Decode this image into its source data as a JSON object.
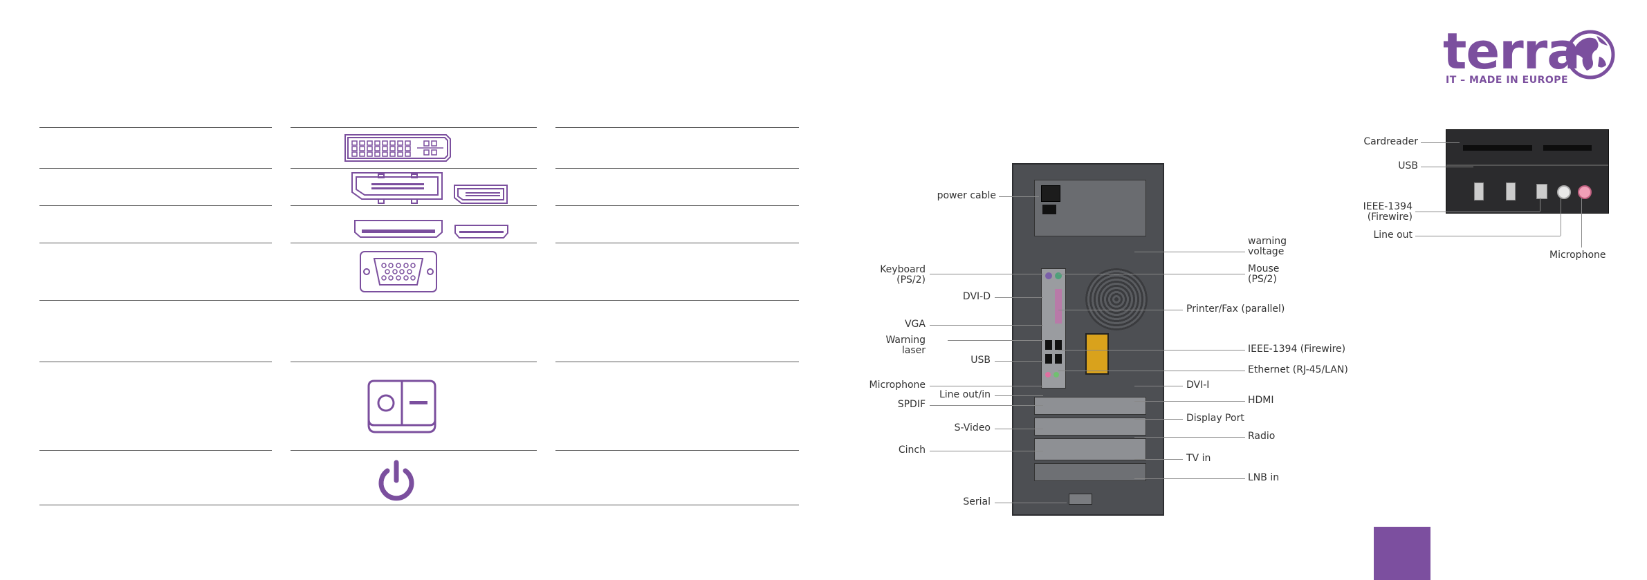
{
  "logo": {
    "word": "terra",
    "tagline": "IT – MADE IN EUROPE",
    "color": "#7b4f9e"
  },
  "accent_color": "#7c4f9f",
  "connector_icons": [
    "dvi-icon",
    "displayport-icon",
    "mini-displayport-icon",
    "hdmi-icon",
    "mini-hdmi-icon",
    "vga-icon",
    "power-switch-icon",
    "power-button-icon"
  ],
  "tower_labels_left": {
    "power_cable": "power  cable",
    "keyboard": "Keyboard\n(PS/2)",
    "dvi_d": "DVI-D",
    "vga": "VGA",
    "warning_laser": "Warning\nlaser",
    "usb": "USB",
    "microphone": "Microphone",
    "line_out_in": "Line out/in",
    "spdif": "SPDIF",
    "s_video": "S-Video",
    "cinch": "Cinch",
    "serial": "Serial"
  },
  "tower_labels_right": {
    "warning_voltage": "warning\nvoltage",
    "mouse": "Mouse\n(PS/2)",
    "printer": "Printer/Fax (parallel)",
    "firewire": "IEEE-1394 (Firewire)",
    "ethernet": "Ethernet (RJ-45/LAN)",
    "dvi_i": "DVI-I",
    "hdmi": "HDMI",
    "display_port": "Display Port",
    "radio": "Radio",
    "tv_in": "TV in",
    "lnb_in": "LNB in"
  },
  "front_labels": {
    "cardreader": "Cardreader",
    "usb": "USB",
    "firewire": "IEEE-1394\n(Firewire)",
    "line_out": "Line out",
    "microphone": "Microphone"
  }
}
